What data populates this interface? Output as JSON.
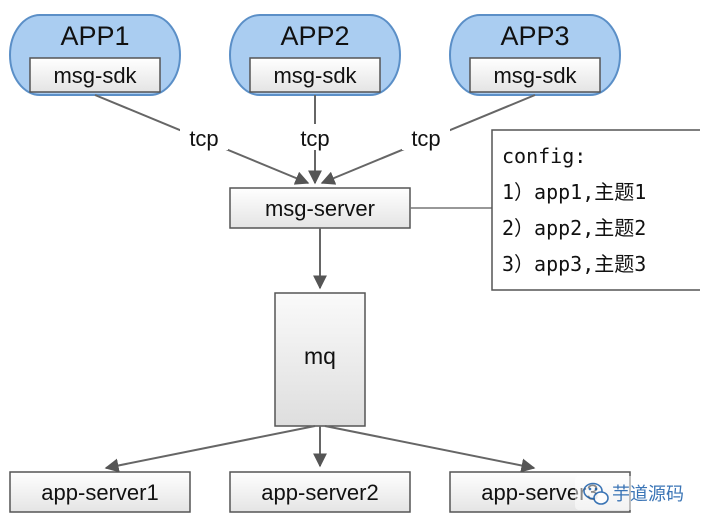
{
  "apps": [
    {
      "title": "APP1",
      "sdk": "msg-sdk"
    },
    {
      "title": "APP2",
      "sdk": "msg-sdk"
    },
    {
      "title": "APP3",
      "sdk": "msg-sdk"
    }
  ],
  "edges": {
    "tcp_labels": [
      "tcp",
      "tcp",
      "tcp"
    ]
  },
  "server": {
    "label": "msg-server"
  },
  "queue": {
    "label": "mq"
  },
  "config": {
    "title": "config:",
    "lines": [
      "1）app1,主题1",
      "2）app2,主题2",
      "3）app3,主题3"
    ]
  },
  "consumers": [
    {
      "label": "app-server1"
    },
    {
      "label": "app-server2"
    },
    {
      "label": "app-server3"
    }
  ],
  "watermark": {
    "text": "芋道源码"
  },
  "colors": {
    "cloud_fill": "#aacdf1",
    "cloud_stroke": "#5b8fc7",
    "box_fill": "#f3f3f3",
    "box_stroke": "#555555",
    "line": "#666666",
    "watermark": "#2b6ab0"
  }
}
